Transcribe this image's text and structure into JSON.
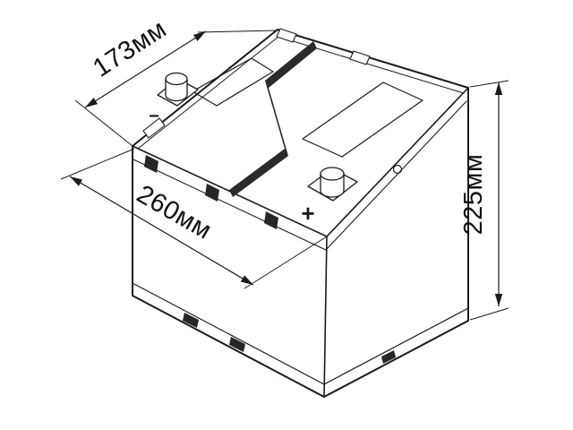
{
  "page": {
    "background_color": "#ffffff"
  },
  "diagram": {
    "subject": "car-battery-technical-line-drawing",
    "view": "isometric",
    "ink_color": "#1a1a1a",
    "dimension_labels": {
      "width": "173мм",
      "length": "260мм",
      "height": "225мм"
    },
    "terminal_markings": {
      "positive": "+",
      "negative": "−"
    }
  }
}
